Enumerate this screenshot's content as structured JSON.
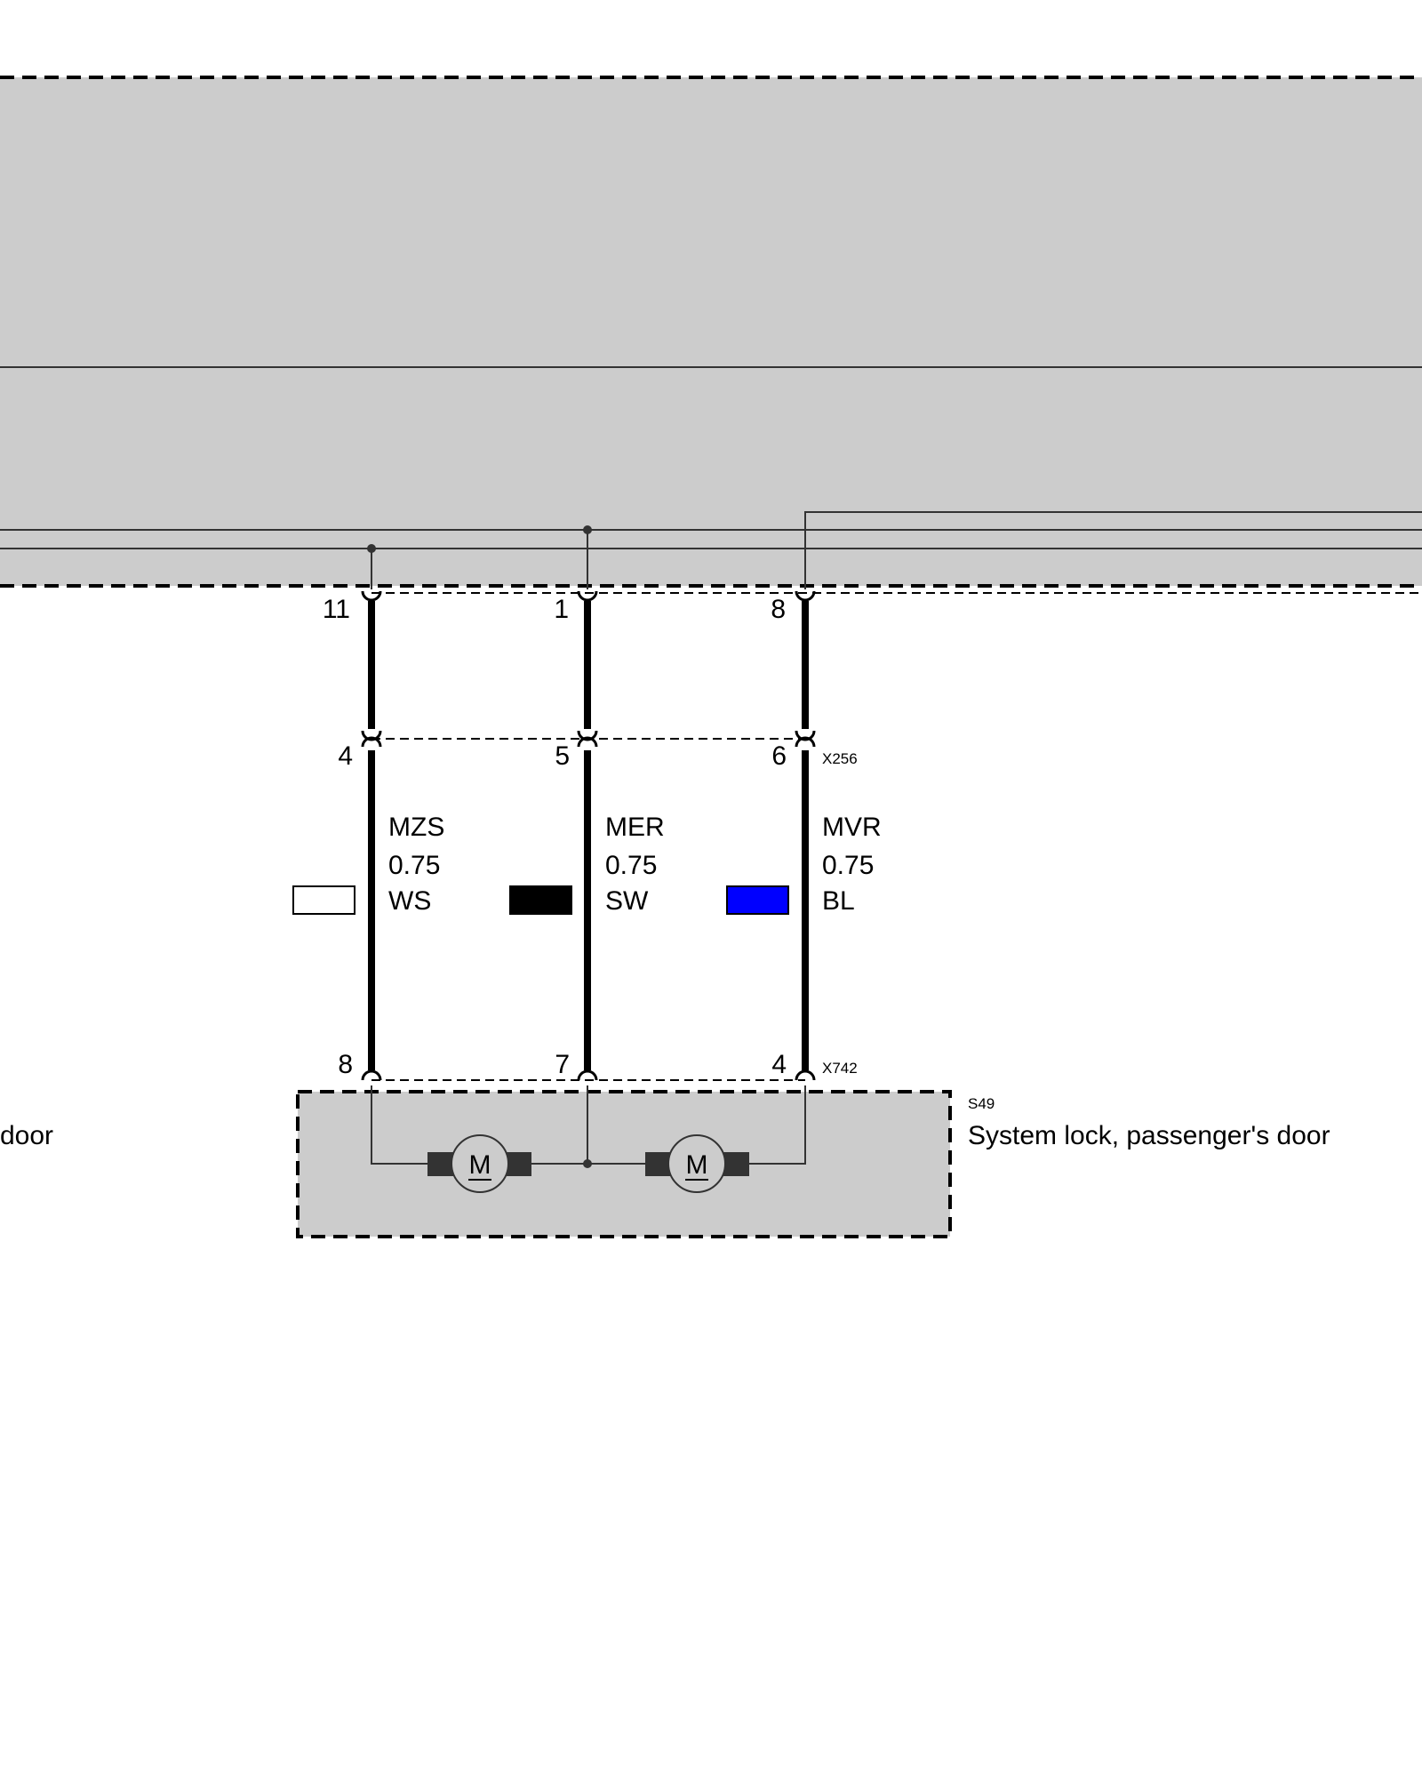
{
  "connectors": {
    "upper": {
      "pins": [
        "11",
        "1",
        "8"
      ]
    },
    "x256": {
      "id": "X256",
      "pins": [
        "4",
        "5",
        "6"
      ]
    },
    "x742": {
      "id": "X742",
      "pins": [
        "8",
        "7",
        "4"
      ]
    }
  },
  "wires": [
    {
      "signal": "MZS",
      "size": "0.75",
      "color_code": "WS",
      "color_hex": "#ffffff"
    },
    {
      "signal": "MER",
      "size": "0.75",
      "color_code": "SW",
      "color_hex": "#000000"
    },
    {
      "signal": "MVR",
      "size": "0.75",
      "color_code": "BL",
      "color_hex": "#0000ff"
    }
  ],
  "components": {
    "left_label_fragment": "door",
    "s49": {
      "id": "S49",
      "label": "System lock, passenger's door",
      "motor_symbol": "M"
    }
  },
  "colors": {
    "module_fill": "#cccccc",
    "line": "#000000"
  }
}
